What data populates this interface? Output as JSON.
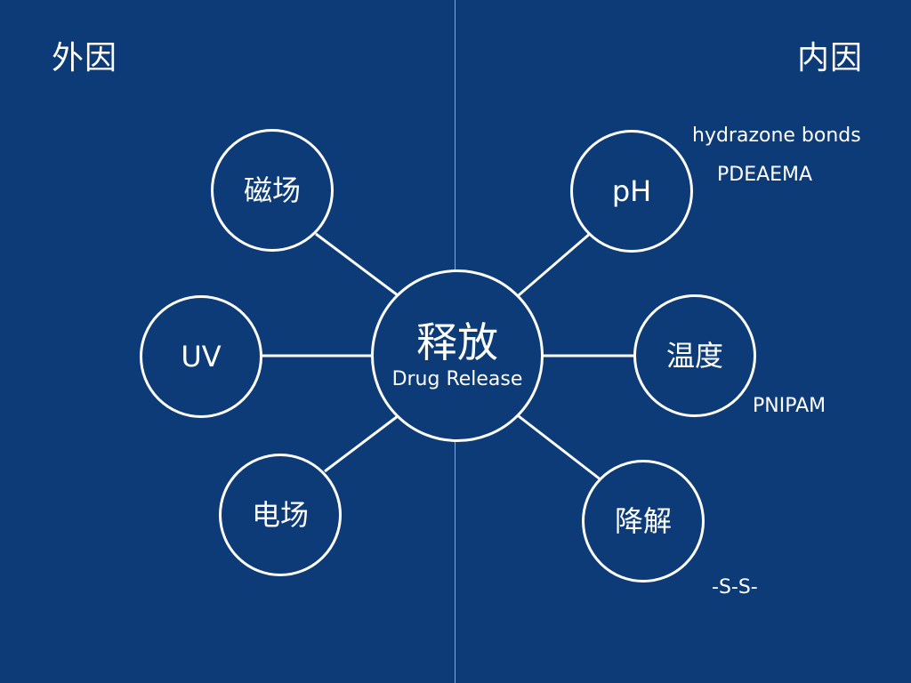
{
  "headings": {
    "external": "外因",
    "internal": "内因"
  },
  "center": {
    "label": "释放",
    "sublabel": "Drug Release"
  },
  "external_factors": {
    "magnetic": "磁场",
    "uv": "UV",
    "electric": "电场"
  },
  "internal_factors": {
    "ph": "pH",
    "temperature": "温度",
    "degradation": "降解"
  },
  "notes": {
    "hydrazone": "hydrazone bonds",
    "pdeaema": "PDEAEMA",
    "pnipam": "PNIPAM",
    "disulfide": "-S-S-"
  },
  "colors": {
    "background": "#0c3b77",
    "foreground": "#ffffff"
  }
}
